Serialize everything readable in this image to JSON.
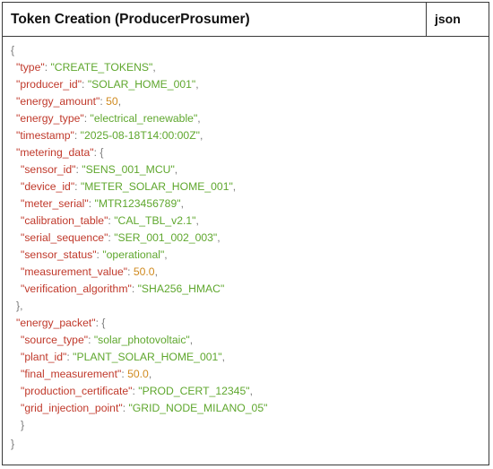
{
  "header": {
    "title": "Token Creation (ProducerProsumer)",
    "language": "json"
  },
  "lines": [
    [
      {
        "t": "{",
        "c": "p"
      }
    ],
    [
      {
        "t": "\"type\"",
        "c": "k"
      },
      {
        "t": ": ",
        "c": "p"
      },
      {
        "t": "\"CREATE_TOKENS\"",
        "c": "s"
      },
      {
        "t": ",",
        "c": "p"
      }
    ],
    [
      {
        "t": "\"producer_id\"",
        "c": "k"
      },
      {
        "t": ": ",
        "c": "p"
      },
      {
        "t": "\"SOLAR_HOME_001\"",
        "c": "s"
      },
      {
        "t": ",",
        "c": "p"
      }
    ],
    [
      {
        "t": "\"energy_amount\"",
        "c": "k"
      },
      {
        "t": ": ",
        "c": "p"
      },
      {
        "t": "50",
        "c": "n"
      },
      {
        "t": ",",
        "c": "p"
      }
    ],
    [
      {
        "t": "\"energy_type\"",
        "c": "k"
      },
      {
        "t": ": ",
        "c": "p"
      },
      {
        "t": "\"electrical_renewable\"",
        "c": "s"
      },
      {
        "t": ",",
        "c": "p"
      }
    ],
    [
      {
        "t": "\"timestamp\"",
        "c": "k"
      },
      {
        "t": ": ",
        "c": "p"
      },
      {
        "t": "\"2025-08-18T14:00:00Z\"",
        "c": "s"
      },
      {
        "t": ",",
        "c": "p"
      }
    ],
    [
      {
        "t": "\"metering_data\"",
        "c": "k"
      },
      {
        "t": ": {",
        "c": "p"
      }
    ],
    [
      {
        "t": "\"sensor_id\"",
        "c": "k"
      },
      {
        "t": ": ",
        "c": "p"
      },
      {
        "t": "\"SENS_001_MCU\"",
        "c": "s"
      },
      {
        "t": ",",
        "c": "p"
      }
    ],
    [
      {
        "t": "\"device_id\"",
        "c": "k"
      },
      {
        "t": ": ",
        "c": "p"
      },
      {
        "t": "\"METER_SOLAR_HOME_001\"",
        "c": "s"
      },
      {
        "t": ",",
        "c": "p"
      }
    ],
    [
      {
        "t": "\"meter_serial\"",
        "c": "k"
      },
      {
        "t": ": ",
        "c": "p"
      },
      {
        "t": "\"MTR123456789\"",
        "c": "s"
      },
      {
        "t": ",",
        "c": "p"
      }
    ],
    [
      {
        "t": "\"calibration_table\"",
        "c": "k"
      },
      {
        "t": ": ",
        "c": "p"
      },
      {
        "t": "\"CAL_TBL_v2.1\"",
        "c": "s"
      },
      {
        "t": ",",
        "c": "p"
      }
    ],
    [
      {
        "t": "\"serial_sequence\"",
        "c": "k"
      },
      {
        "t": ": ",
        "c": "p"
      },
      {
        "t": "\"SER_001_002_003\"",
        "c": "s"
      },
      {
        "t": ",",
        "c": "p"
      }
    ],
    [
      {
        "t": "\"sensor_status\"",
        "c": "k"
      },
      {
        "t": ": ",
        "c": "p"
      },
      {
        "t": "\"operational\"",
        "c": "s"
      },
      {
        "t": ",",
        "c": "p"
      }
    ],
    [
      {
        "t": "\"measurement_value\"",
        "c": "k"
      },
      {
        "t": ": ",
        "c": "p"
      },
      {
        "t": "50.0",
        "c": "n"
      },
      {
        "t": ",",
        "c": "p"
      }
    ],
    [
      {
        "t": "\"verification_algorithm\"",
        "c": "k"
      },
      {
        "t": ": ",
        "c": "p"
      },
      {
        "t": "\"SHA256_HMAC\"",
        "c": "s"
      }
    ],
    [
      {
        "t": "},",
        "c": "p"
      }
    ],
    [
      {
        "t": "\"energy_packet\"",
        "c": "k"
      },
      {
        "t": ": {",
        "c": "p"
      }
    ],
    [
      {
        "t": "\"source_type\"",
        "c": "k"
      },
      {
        "t": ": ",
        "c": "p"
      },
      {
        "t": "\"solar_photovoltaic\"",
        "c": "s"
      },
      {
        "t": ",",
        "c": "p"
      }
    ],
    [
      {
        "t": "\"plant_id\"",
        "c": "k"
      },
      {
        "t": ": ",
        "c": "p"
      },
      {
        "t": "\"PLANT_SOLAR_HOME_001\"",
        "c": "s"
      },
      {
        "t": ",",
        "c": "p"
      }
    ],
    [
      {
        "t": "\"final_measurement\"",
        "c": "k"
      },
      {
        "t": ": ",
        "c": "p"
      },
      {
        "t": "50.0",
        "c": "n"
      },
      {
        "t": ",",
        "c": "p"
      }
    ],
    [
      {
        "t": "\"production_certificate\"",
        "c": "k"
      },
      {
        "t": ": ",
        "c": "p"
      },
      {
        "t": "\"PROD_CERT_12345\"",
        "c": "s"
      },
      {
        "t": ",",
        "c": "p"
      }
    ],
    [
      {
        "t": "\"grid_injection_point\"",
        "c": "k"
      },
      {
        "t": ": ",
        "c": "p"
      },
      {
        "t": "\"GRID_NODE_MILANO_05\"",
        "c": "s"
      }
    ],
    [
      {
        "t": "}",
        "c": "p"
      }
    ],
    [
      {
        "t": "}",
        "c": "p"
      }
    ]
  ],
  "colors": {
    "key": "#c0392b",
    "string": "#5fa72e",
    "number": "#d08a1f",
    "punctuation": "#7a7a7a"
  }
}
